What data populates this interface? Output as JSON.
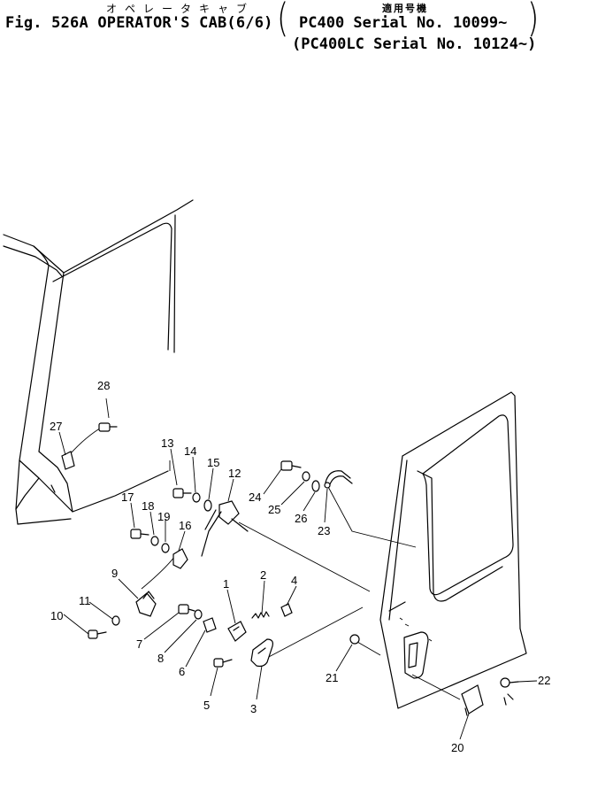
{
  "header": {
    "fig_title": "Fig. 526A OPERATOR'S CAB(6/6)",
    "jp_title": "オペレータキャブ",
    "jp_serial_label": "適用号機",
    "serial_1": "PC400    Serial No. 10099~",
    "serial_2": "(PC400LC Serial No. 10124~)"
  },
  "callouts": [
    "1",
    "2",
    "3",
    "4",
    "5",
    "6",
    "7",
    "8",
    "9",
    "10",
    "11",
    "12",
    "13",
    "14",
    "15",
    "16",
    "17",
    "18",
    "19",
    "20",
    "21",
    "22",
    "23",
    "24",
    "25",
    "26",
    "27",
    "28"
  ]
}
